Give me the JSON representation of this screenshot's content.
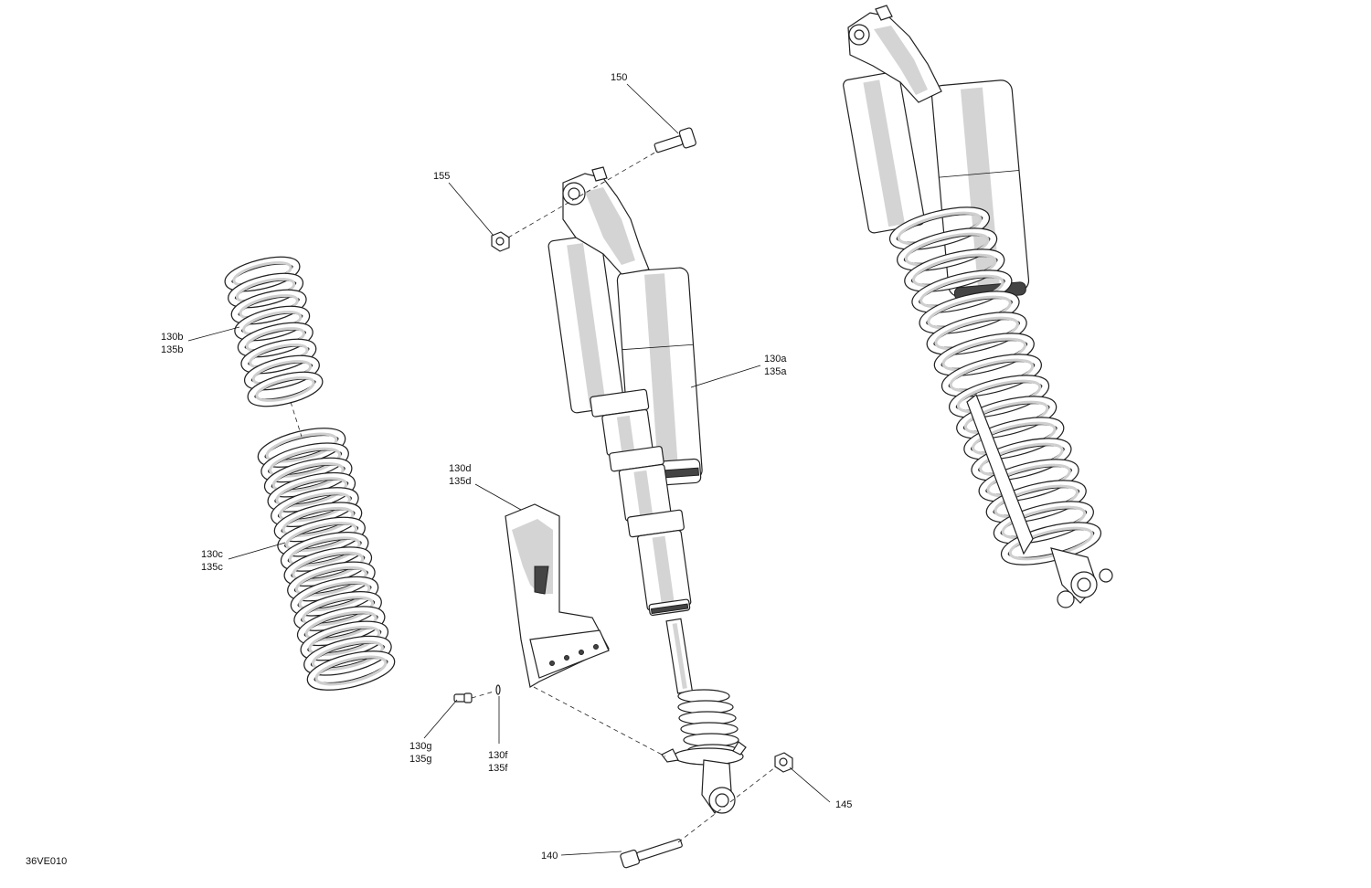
{
  "drawing_code": "36VE010",
  "callouts": {
    "c150": "150",
    "c155": "155",
    "c130b": "130b",
    "c135b": "135b",
    "c130a": "130a",
    "c135a": "135a",
    "c130d": "130d",
    "c135d": "135d",
    "c130c": "130c",
    "c135c": "135c",
    "c130g": "130g",
    "c135g": "135g",
    "c130f": "130f",
    "c135f": "135f",
    "c145": "145",
    "c140": "140"
  }
}
